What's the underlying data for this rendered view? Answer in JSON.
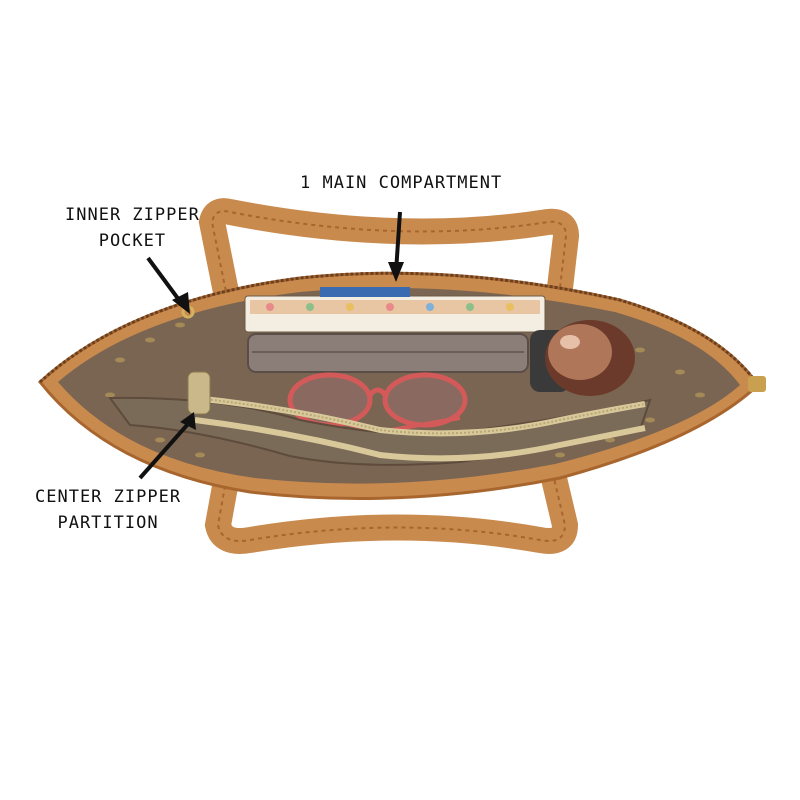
{
  "labels": {
    "main_compartment": "1 MAIN COMPARTMENT",
    "inner_zipper_pocket": [
      "INNER ZIPPER",
      "POCKET"
    ],
    "center_zipper_partition": [
      "CENTER ZIPPER",
      "PARTITION"
    ]
  },
  "colors": {
    "background": "#ffffff",
    "leather": "#c98a4e",
    "leather_dark": "#a8662e",
    "lining": "#7a6552",
    "lining_dark": "#5e4b3b",
    "zipper": "#d9c99a",
    "annotation": "#111111"
  }
}
